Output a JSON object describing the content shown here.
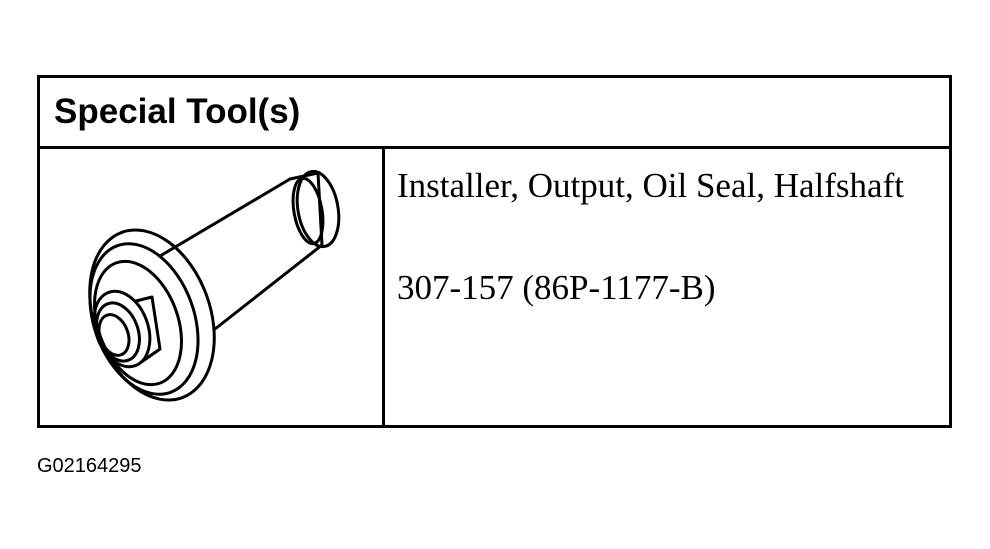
{
  "table": {
    "header_title": "Special Tool(s)",
    "tool": {
      "name": "Installer, Output, Oil Seal, Halfshaft",
      "number": "307-157 (86P-1177-B)",
      "icon": "oil-seal-installer-tool-icon"
    }
  },
  "figure_id": "G02164295"
}
